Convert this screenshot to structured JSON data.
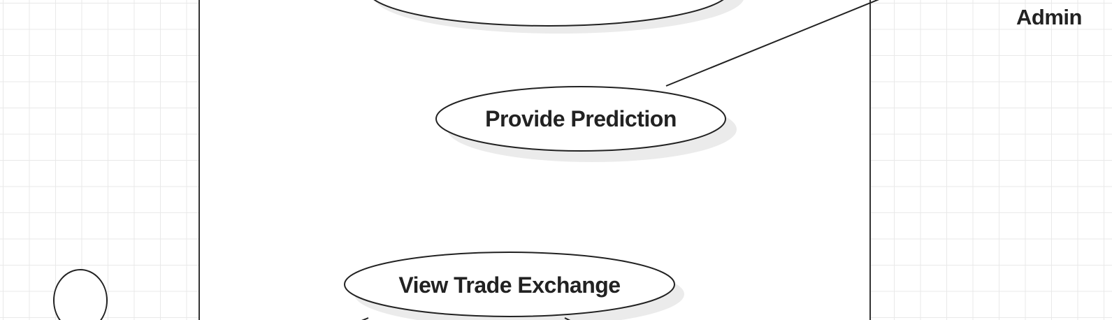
{
  "diagram": {
    "type": "uml-use-case",
    "actors": [
      {
        "label": "Admin"
      },
      {
        "label": ""
      }
    ],
    "use_cases": [
      {
        "label": ""
      },
      {
        "label": "Provide Prediction"
      },
      {
        "label": "View Trade Exchange"
      }
    ],
    "colors": {
      "stroke": "#222222",
      "shadow": "#ebebeb",
      "grid": "#e9e9e9",
      "background": "#ffffff"
    }
  }
}
